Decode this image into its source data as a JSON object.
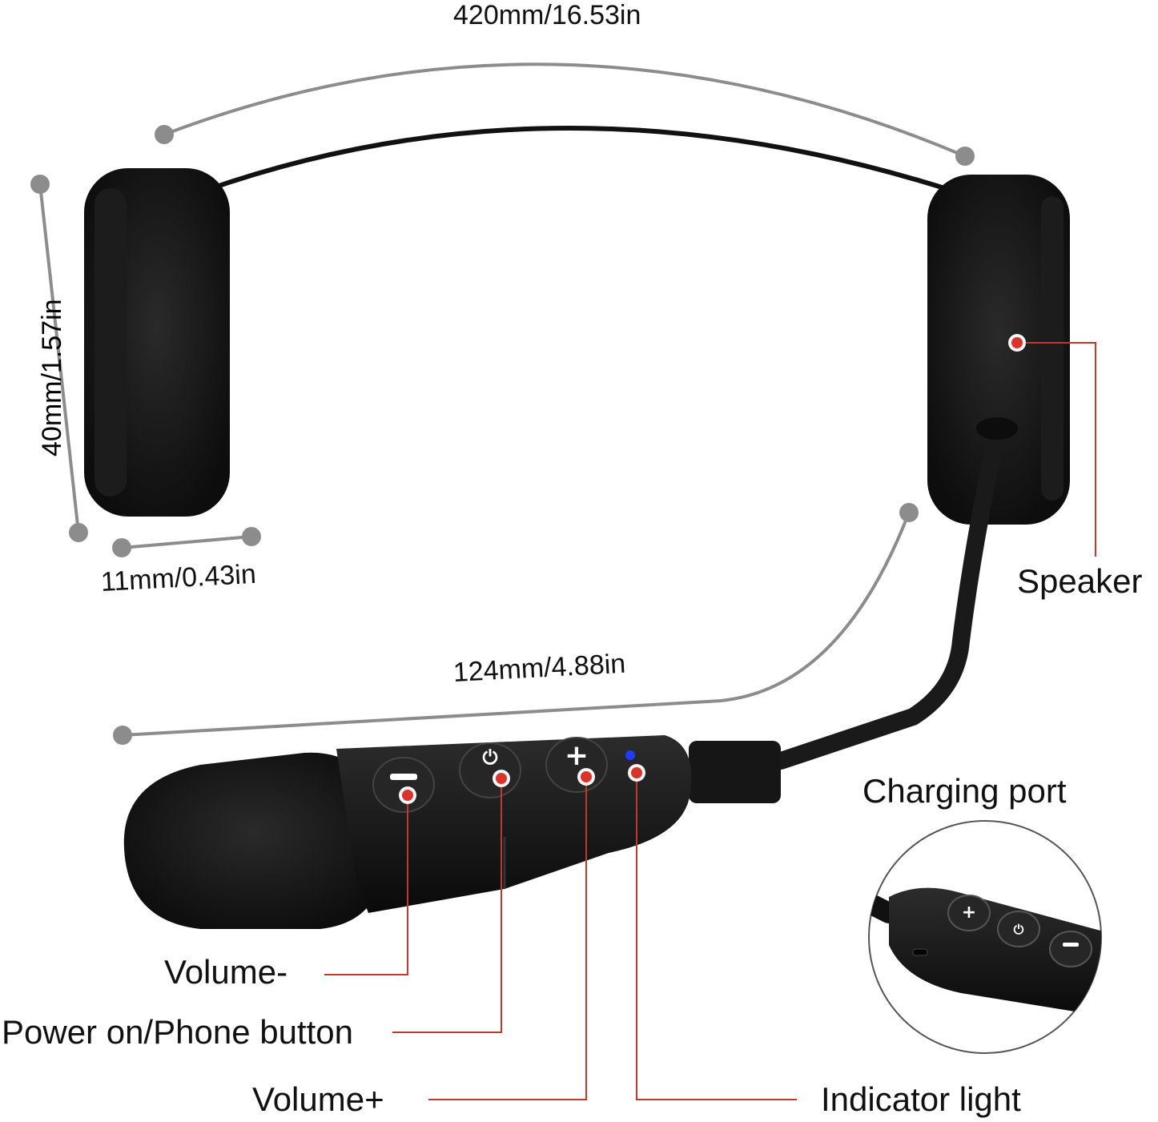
{
  "dimensions": {
    "band_length": "420mm/16.53in",
    "speaker_diameter": "40mm/1.57in",
    "speaker_thickness": "11mm/0.43in",
    "mic_boom_length": "124mm/4.88in"
  },
  "callouts": {
    "speaker": "Speaker",
    "charging_port": "Charging port",
    "volume_minus": "Volume-",
    "power_phone": "Power on/Phone button",
    "volume_plus": "Volume+",
    "indicator_light": "Indicator light"
  },
  "buttons": {
    "minus_glyph": "−",
    "power_glyph": "⏻",
    "plus_glyph": "+"
  },
  "colors": {
    "callout_red": "#c0392b",
    "callout_dot": "#d9342b",
    "dimension_gray": "#8c8c8c",
    "foam_black": "#141414",
    "indicator_blue": "#1f3cff"
  }
}
